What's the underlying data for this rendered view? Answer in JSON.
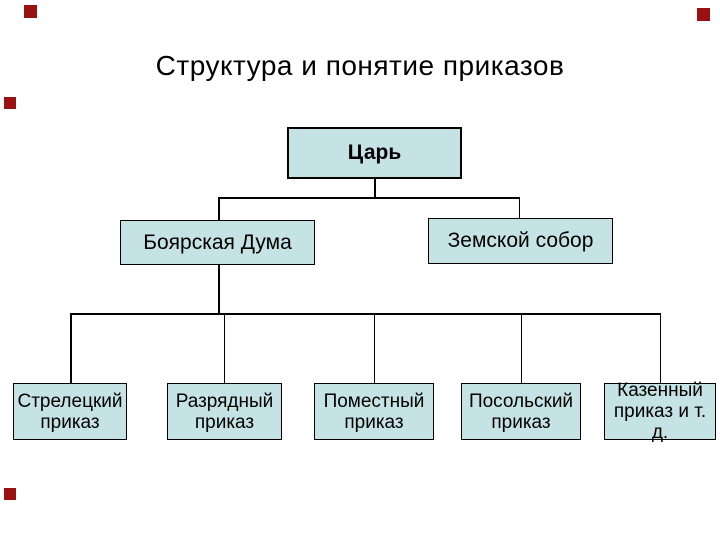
{
  "title": "Структура и понятие приказов",
  "org_chart": {
    "root": {
      "label": "Царь"
    },
    "level2": [
      {
        "label": "Боярская Дума"
      },
      {
        "label": "Земской собор"
      }
    ],
    "level3": [
      {
        "label": "Стрелецкий приказ"
      },
      {
        "label": "Разрядный приказ"
      },
      {
        "label": "Поместный приказ"
      },
      {
        "label": "Посольский приказ"
      },
      {
        "label": "Казенный приказ и т. д."
      }
    ]
  },
  "colors": {
    "background": "#ffffff",
    "box_fill": "#c5e2e4",
    "box_border": "#000000",
    "connector": "#000000",
    "text": "#000000",
    "corner_marker": "#991111"
  }
}
